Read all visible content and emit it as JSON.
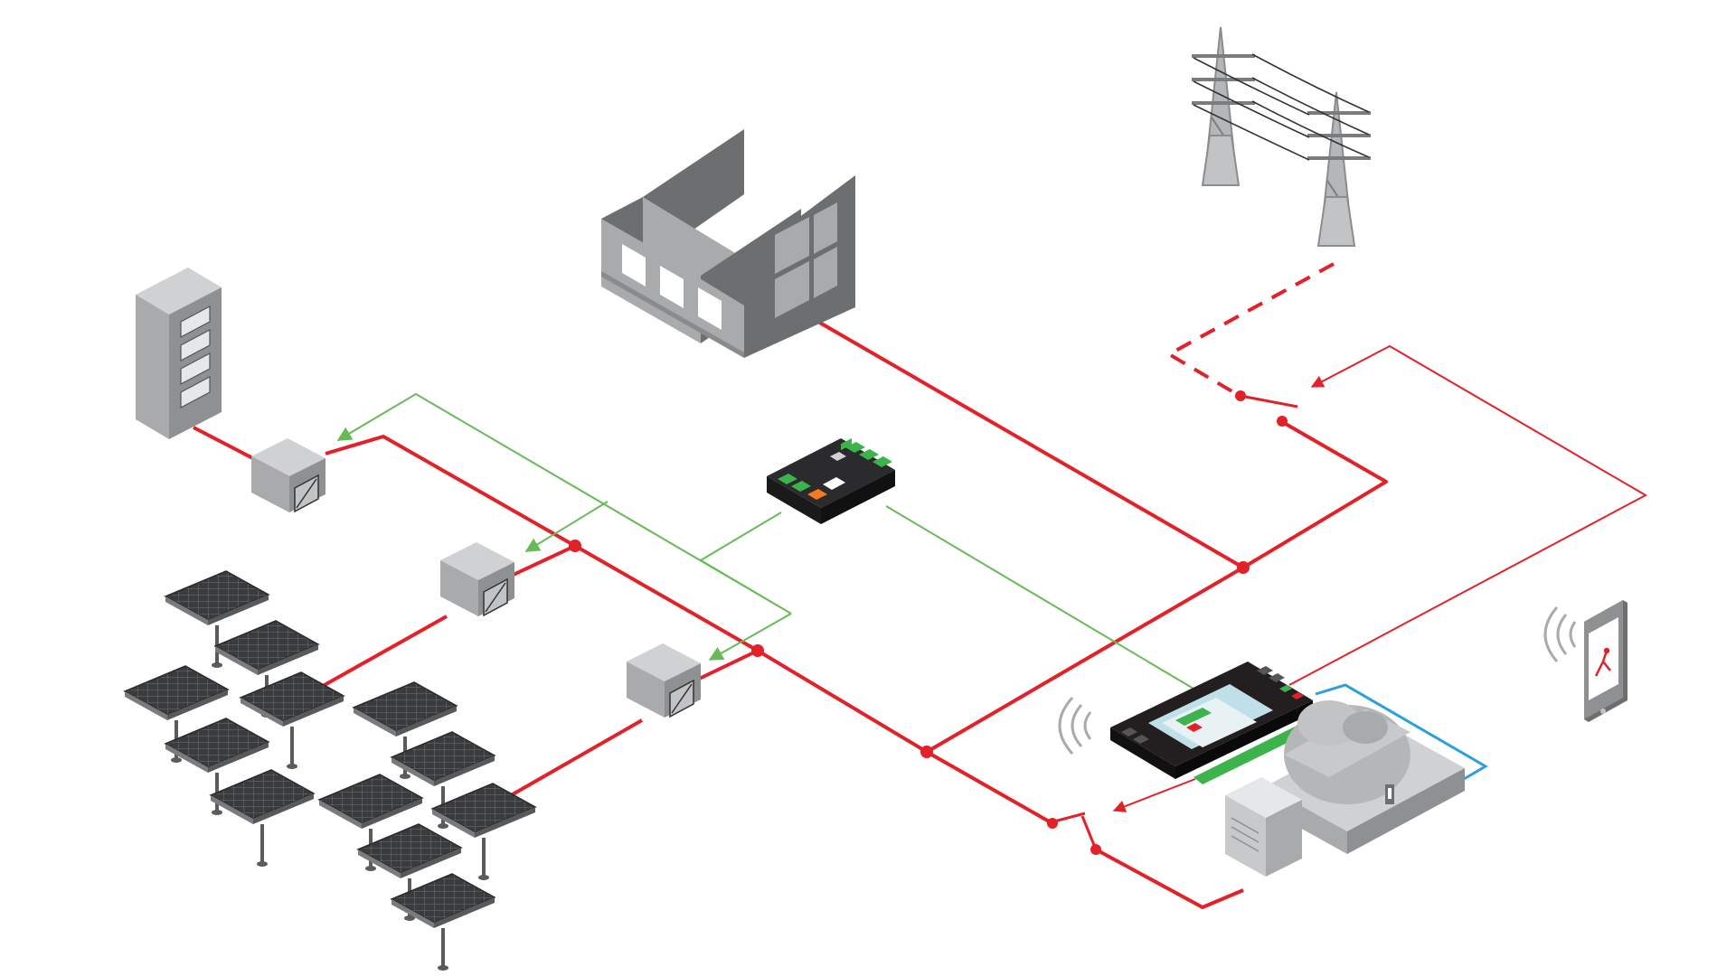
{
  "diagram": {
    "colors": {
      "power_line": "#e32129",
      "control_line": "#66bb57",
      "comm_line": "#2b9fe0",
      "equipment_grey": "#a9aaac",
      "equipment_dark": "#6d6e70",
      "panel_black": "#231f20",
      "status_green": "#3cb44b",
      "status_orange": "#f47b20"
    },
    "nodes": [
      {
        "id": "factory",
        "icon": "factory-icon",
        "label": ""
      },
      {
        "id": "power-pylons",
        "icon": "transmission-tower-icon",
        "label": ""
      },
      {
        "id": "battery-cabinet",
        "icon": "battery-storage-icon",
        "label": ""
      },
      {
        "id": "battery-inverter",
        "icon": "inverter-icon",
        "label": ""
      },
      {
        "id": "pv-inverter-1",
        "icon": "inverter-icon",
        "label": ""
      },
      {
        "id": "pv-inverter-2",
        "icon": "inverter-icon",
        "label": ""
      },
      {
        "id": "io-module",
        "icon": "io-controller-icon",
        "label": ""
      },
      {
        "id": "genset-controller",
        "icon": "controller-display-icon",
        "label": ""
      },
      {
        "id": "generator",
        "icon": "diesel-generator-icon",
        "label": ""
      },
      {
        "id": "smartphone",
        "icon": "smartphone-icon",
        "label": ""
      },
      {
        "id": "solar-array",
        "icon": "solar-panel-icon",
        "label": ""
      },
      {
        "id": "grid-breaker",
        "icon": "breaker-switch-icon",
        "label": ""
      },
      {
        "id": "genset-breaker",
        "icon": "breaker-switch-icon",
        "label": ""
      }
    ],
    "edges": [
      {
        "from": "power-pylons",
        "to": "grid-breaker",
        "type": "power",
        "style": "dashed"
      },
      {
        "from": "grid-breaker",
        "to": "main-bus",
        "type": "power",
        "style": "solid"
      },
      {
        "from": "factory",
        "to": "main-bus",
        "type": "power",
        "style": "solid"
      },
      {
        "from": "battery-cabinet",
        "to": "battery-inverter",
        "type": "power",
        "style": "solid"
      },
      {
        "from": "battery-inverter",
        "to": "main-bus",
        "type": "power",
        "style": "solid"
      },
      {
        "from": "pv-inverter-1",
        "to": "main-bus",
        "type": "power",
        "style": "solid"
      },
      {
        "from": "pv-inverter-2",
        "to": "main-bus",
        "type": "power",
        "style": "solid"
      },
      {
        "from": "solar-array",
        "to": "pv-inverter-1",
        "type": "power",
        "style": "solid"
      },
      {
        "from": "solar-array",
        "to": "pv-inverter-2",
        "type": "power",
        "style": "solid"
      },
      {
        "from": "genset-breaker",
        "to": "generator",
        "type": "power",
        "style": "solid"
      },
      {
        "from": "genset-controller",
        "to": "grid-breaker",
        "type": "control",
        "style": "thin-red"
      },
      {
        "from": "genset-controller",
        "to": "genset-breaker",
        "type": "control",
        "style": "thin-red"
      },
      {
        "from": "io-module",
        "to": "battery-inverter",
        "type": "control",
        "style": "green"
      },
      {
        "from": "io-module",
        "to": "pv-inverter-1",
        "type": "control",
        "style": "green"
      },
      {
        "from": "io-module",
        "to": "pv-inverter-2",
        "type": "control",
        "style": "green"
      },
      {
        "from": "io-module",
        "to": "genset-controller",
        "type": "control",
        "style": "green"
      },
      {
        "from": "genset-controller",
        "to": "generator",
        "type": "communication",
        "style": "blue"
      }
    ]
  }
}
